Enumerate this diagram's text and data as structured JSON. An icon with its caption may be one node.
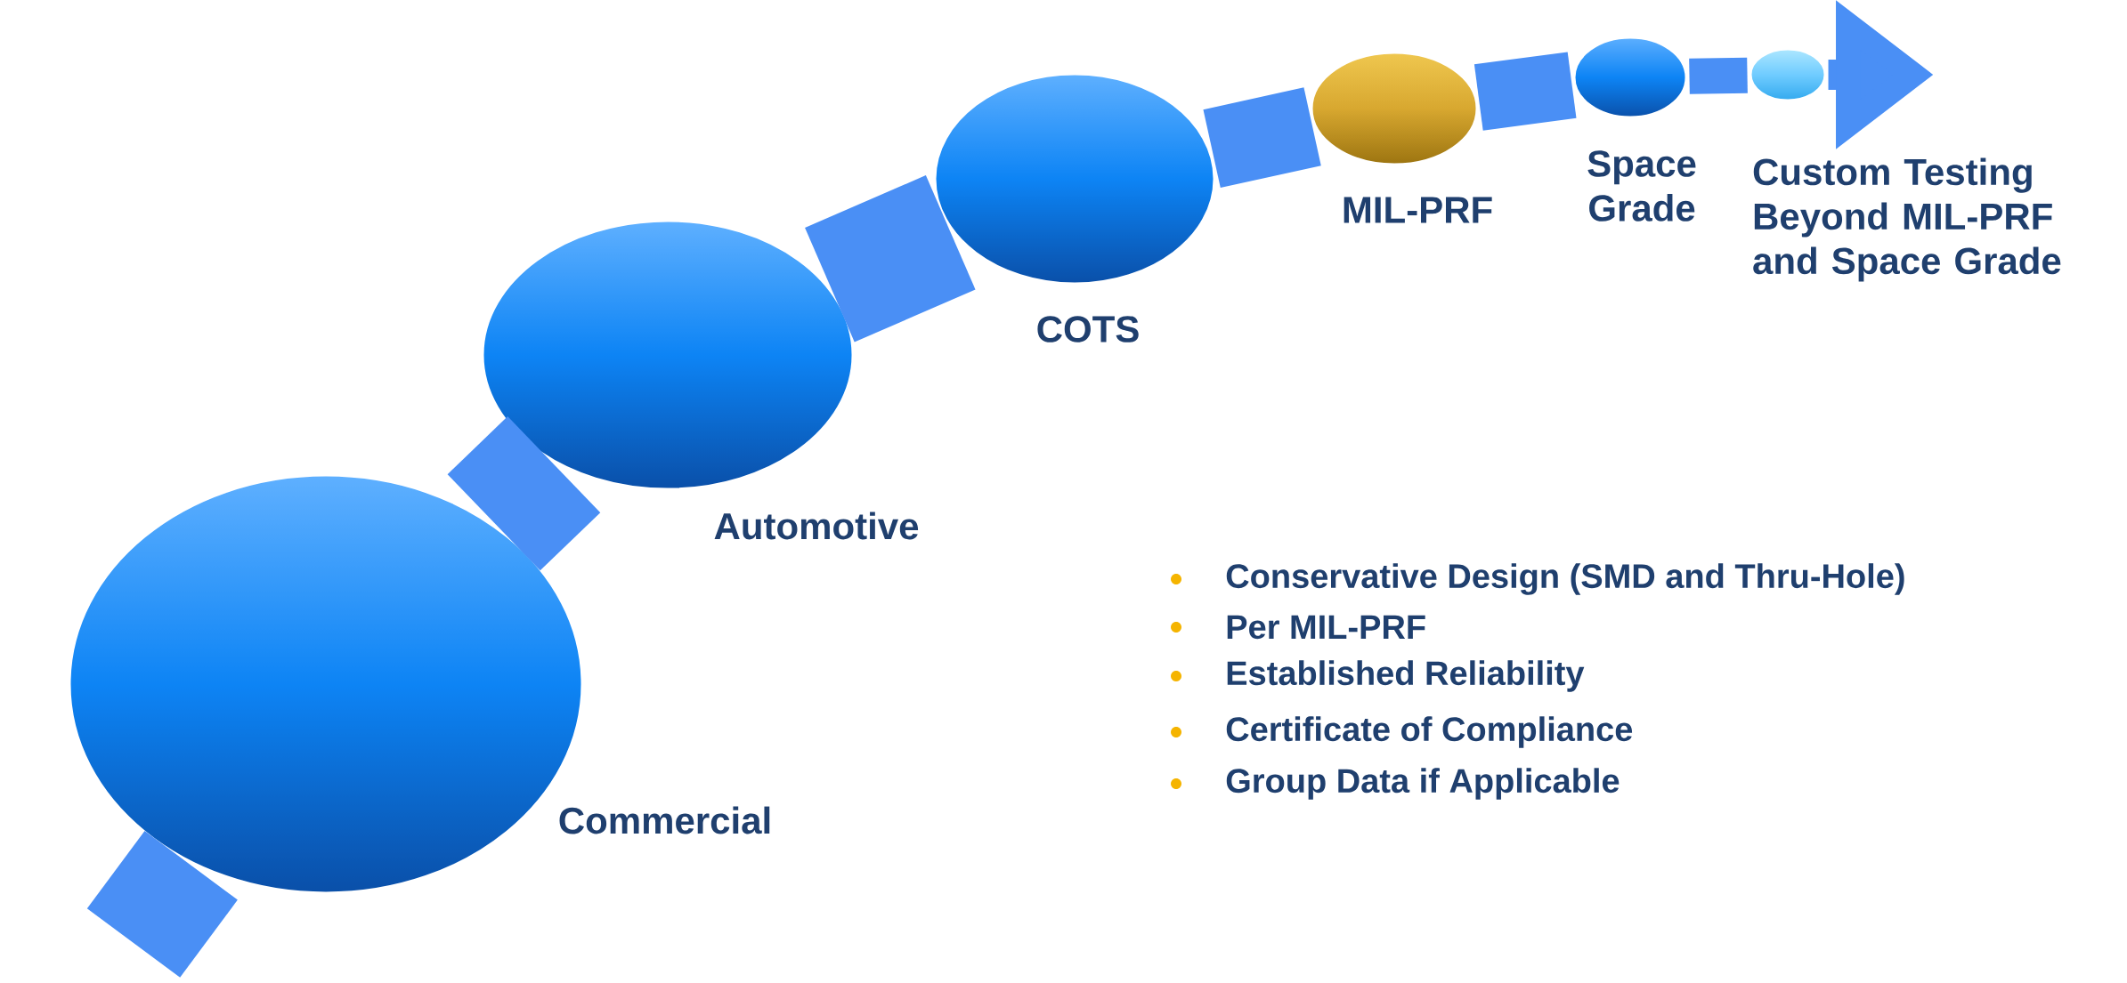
{
  "diagram": {
    "nodes": [
      {
        "text": [
          "Commercial"
        ]
      },
      {
        "text": [
          "Automotive"
        ]
      },
      {
        "text": [
          "COTS"
        ]
      },
      {
        "text": [
          "MIL-PRF"
        ]
      },
      {
        "text": [
          "Space Grade"
        ]
      },
      {
        "text": [
          "Custom Testing Beyond MIL-PRF and Space Grade"
        ]
      }
    ],
    "edges": [
      {
        "from": null,
        "to": 0,
        "arrow": "none"
      },
      {
        "from": 0,
        "to": 1,
        "arrow": "none"
      },
      {
        "from": 1,
        "to": 2,
        "arrow": "none"
      },
      {
        "from": 2,
        "to": 3,
        "arrow": "none"
      },
      {
        "from": 3,
        "to": 4,
        "arrow": "none"
      },
      {
        "from": 4,
        "to": 5,
        "arrow": "none"
      },
      {
        "from": 5,
        "to": null,
        "arrow": "to"
      }
    ],
    "labels": [
      "Conservative Design  (SMD and Thru-Hole)",
      "Per MIL-PRF",
      "Established Reliability",
      "Certificate of Compliance",
      "Group Data if Applicable"
    ]
  }
}
